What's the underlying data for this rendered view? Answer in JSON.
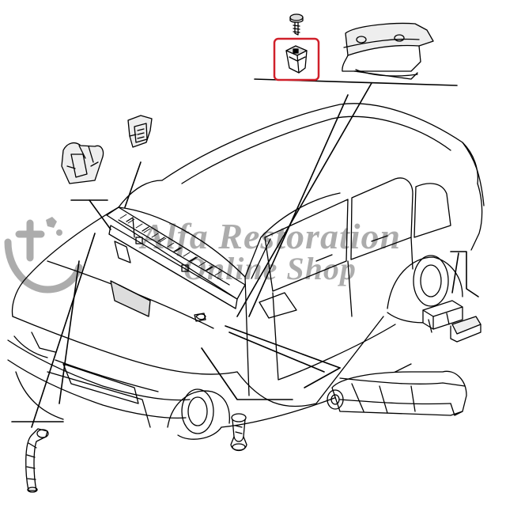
{
  "watermark": {
    "line1": "Alfa Restoration",
    "line2": "Online Shop",
    "logo_icon": "alfa-romeo-emblem-icon"
  },
  "highlight": {
    "color": "#d0202a",
    "target": "retaining-nut-clip"
  },
  "colors": {
    "line": "#000000",
    "background": "#ffffff"
  }
}
